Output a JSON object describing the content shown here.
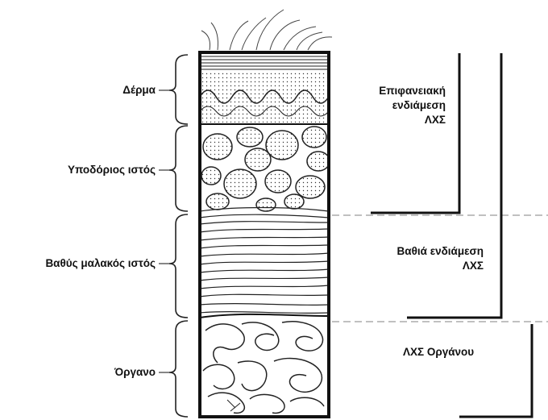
{
  "layers": [
    {
      "id": "skin",
      "label": "Δέρμα"
    },
    {
      "id": "subcutaneous",
      "label": "Υποδόριος ιστός"
    },
    {
      "id": "deep-soft-tissue",
      "label": "Βαθύς μαλακός ιστός"
    },
    {
      "id": "organ",
      "label": "Όργανο"
    }
  ],
  "infections": [
    {
      "id": "superficial",
      "lines": [
        "Επιφανειακή",
        "ενδιάμεση",
        "ΛΧΣ"
      ]
    },
    {
      "id": "deep",
      "lines": [
        "Βαθιά ενδιάμεση",
        "ΛΧΣ"
      ]
    },
    {
      "id": "organ-space",
      "lines": [
        "ΛΧΣ Οργάνου"
      ]
    }
  ],
  "colors": {
    "ink": "#111111",
    "dashed_line": "#9a9a9a",
    "background": "#ffffff"
  }
}
